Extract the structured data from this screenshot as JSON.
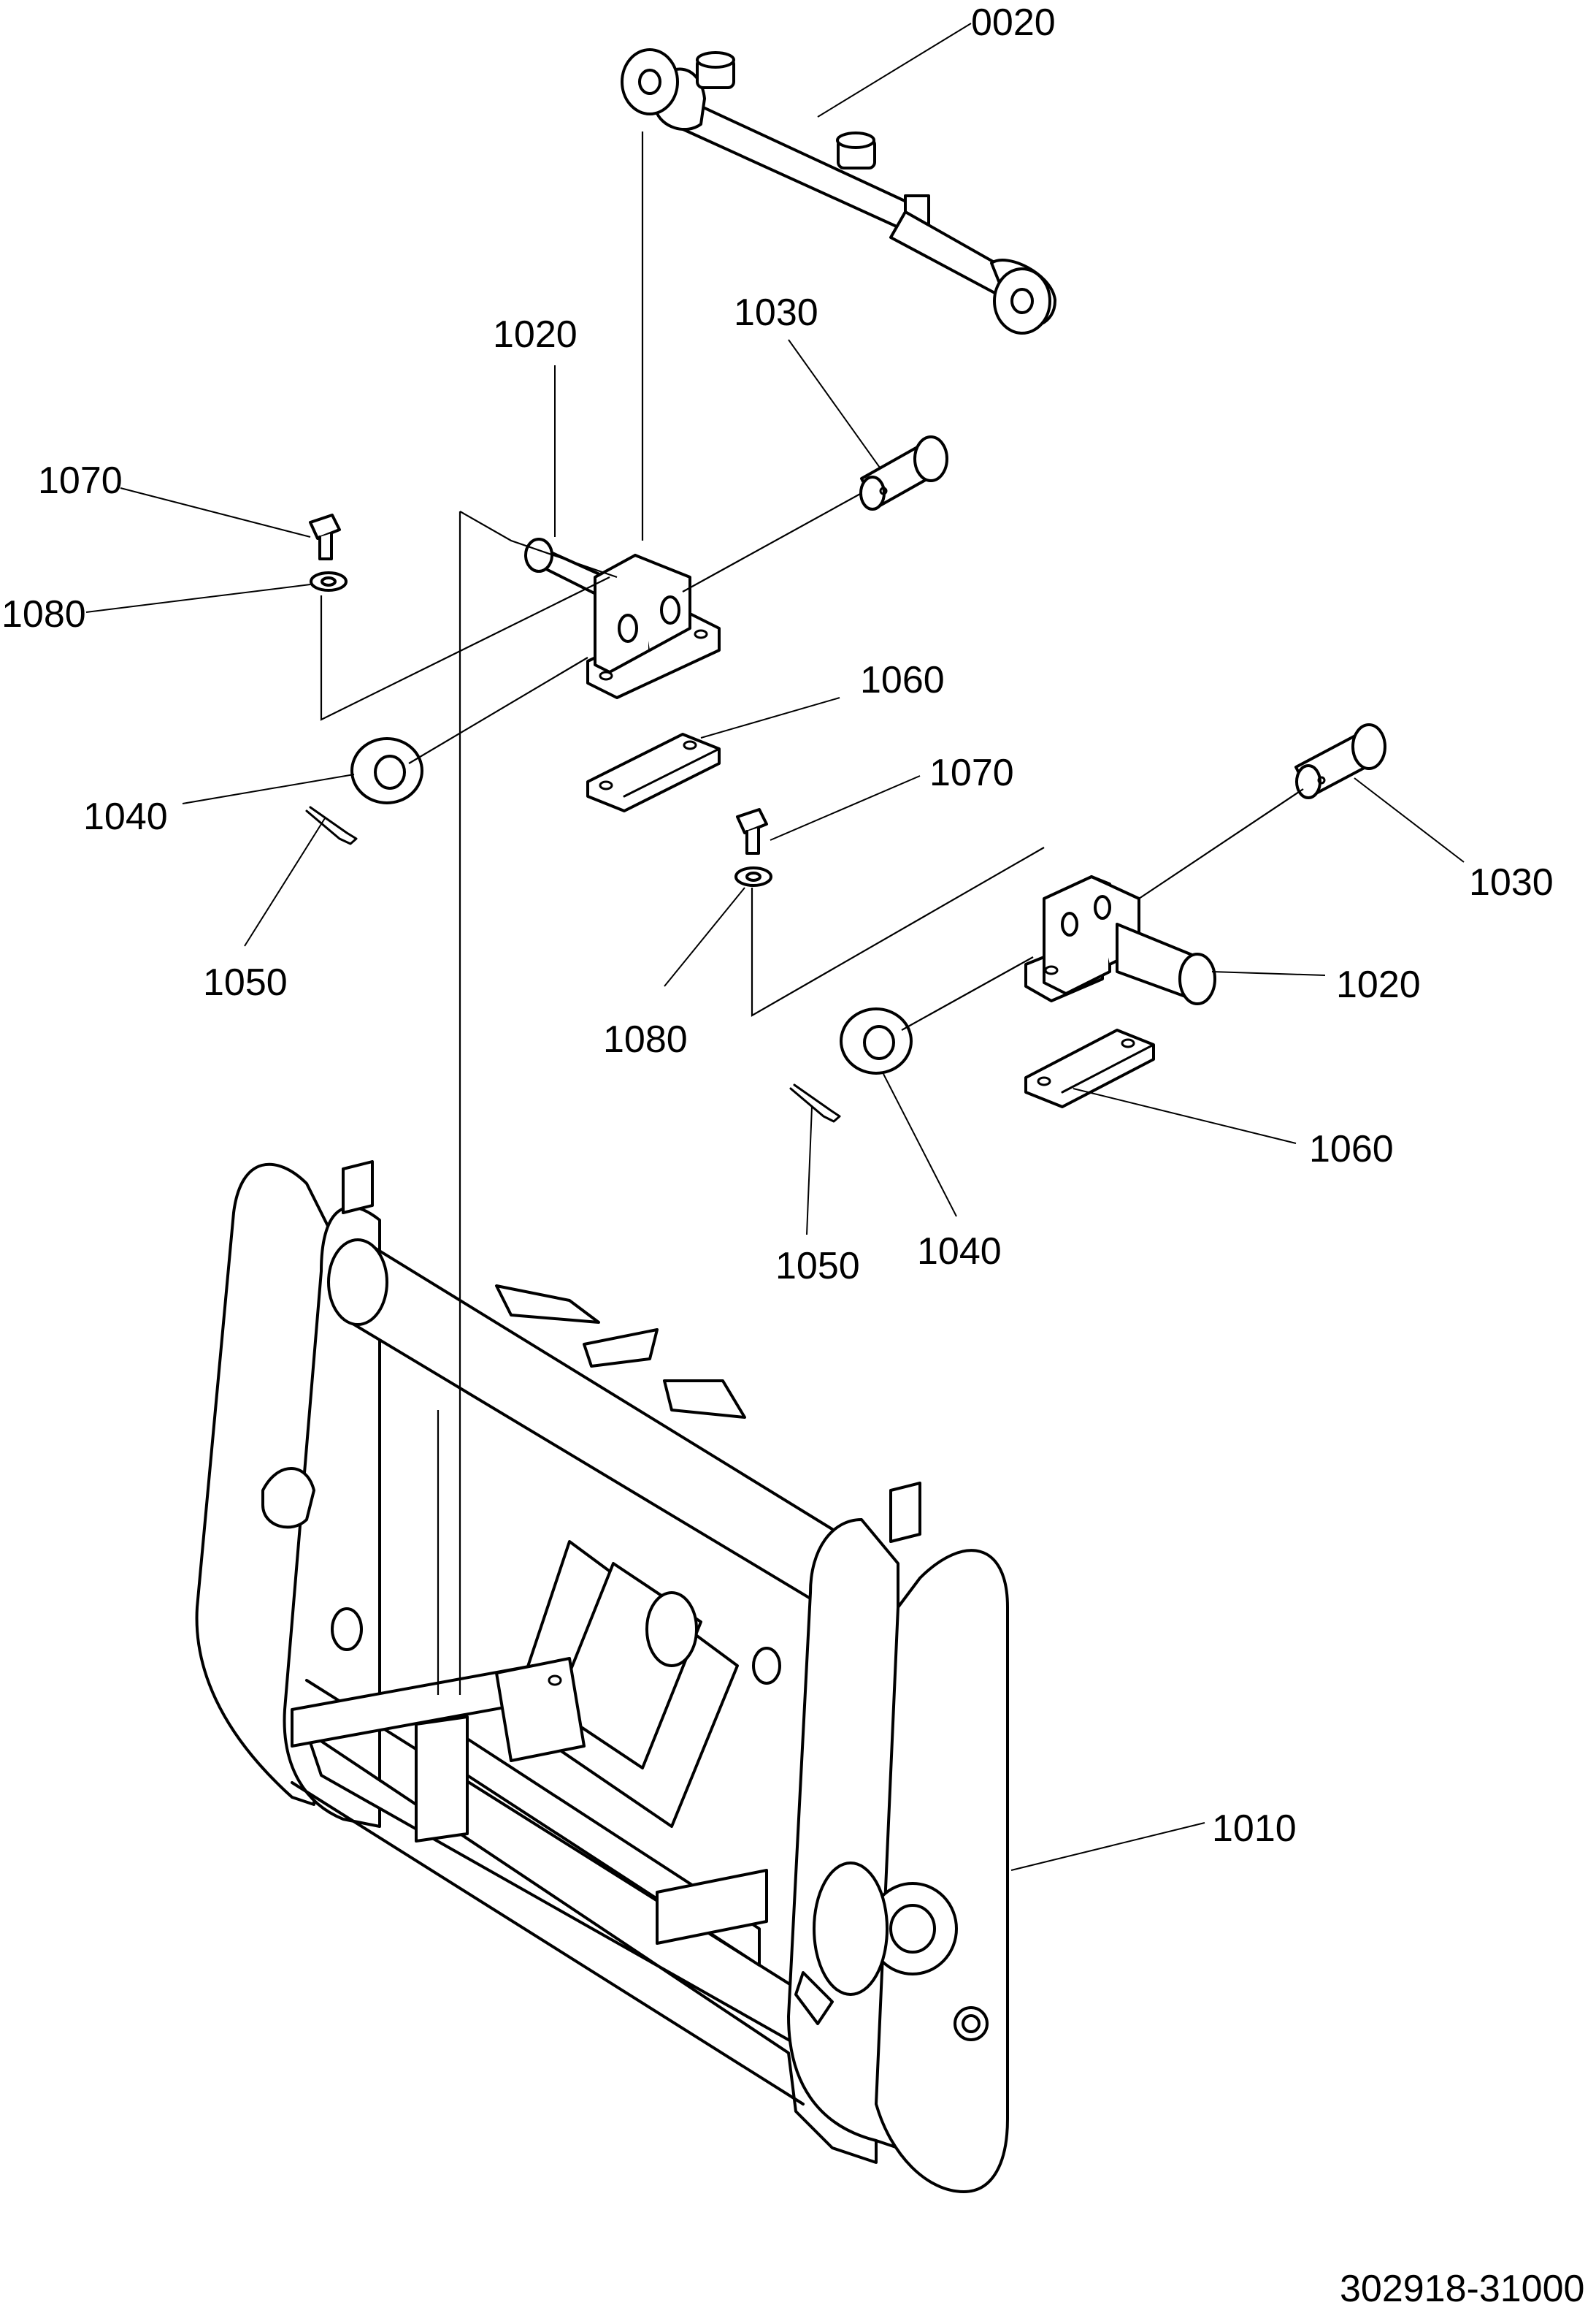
{
  "diagram": {
    "drawing_number": "302918-31000",
    "callouts": {
      "c0020": "0020",
      "c1020_top": "1020",
      "c1030_top": "1030",
      "c1070_left": "1070",
      "c1080_left": "1080",
      "c1060_top": "1060",
      "c1040_left": "1040",
      "c1050_left": "1050",
      "c1070_mid": "1070",
      "c1030_right": "1030",
      "c1020_right": "1020",
      "c1080_mid": "1080",
      "c1060_right": "1060",
      "c1050_mid": "1050",
      "c1040_mid": "1040",
      "c1010": "1010"
    }
  }
}
